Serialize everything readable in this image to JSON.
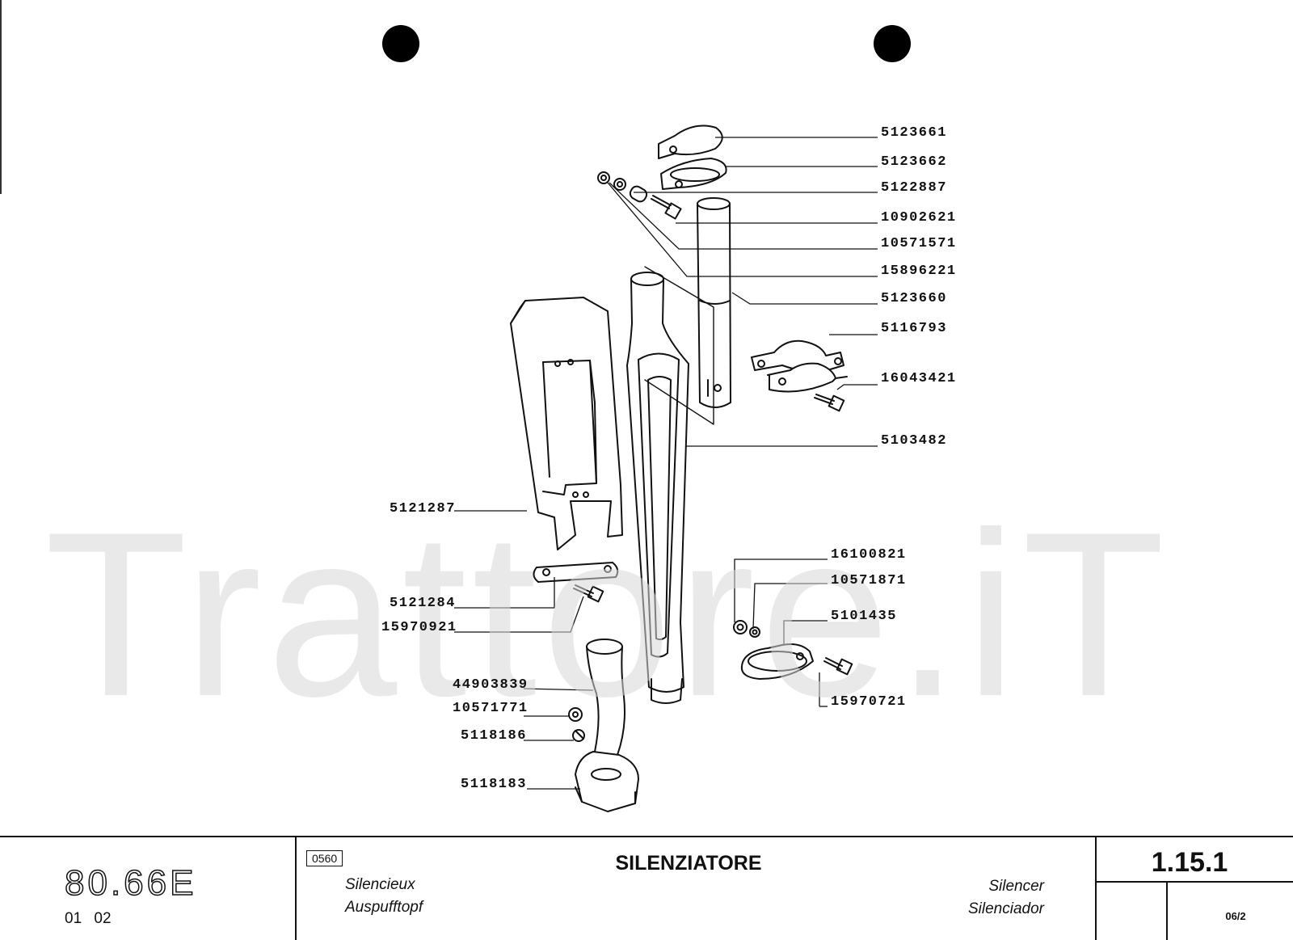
{
  "watermark": "Trattore.iT",
  "parts": [
    {
      "id": "p1",
      "number": "5123661"
    },
    {
      "id": "p2",
      "number": "5123662"
    },
    {
      "id": "p3",
      "number": "5122887"
    },
    {
      "id": "p4",
      "number": "10902621"
    },
    {
      "id": "p5",
      "number": "10571571"
    },
    {
      "id": "p6",
      "number": "15896221"
    },
    {
      "id": "p7",
      "number": "5123660"
    },
    {
      "id": "p8",
      "number": "5116793"
    },
    {
      "id": "p9",
      "number": "16043421"
    },
    {
      "id": "p10",
      "number": "5103482"
    },
    {
      "id": "p11",
      "number": "5121287"
    },
    {
      "id": "p12",
      "number": "16100821"
    },
    {
      "id": "p13",
      "number": "10571871"
    },
    {
      "id": "p14",
      "number": "5121284"
    },
    {
      "id": "p15",
      "number": "5101435"
    },
    {
      "id": "p16",
      "number": "15970921"
    },
    {
      "id": "p17",
      "number": "44903839"
    },
    {
      "id": "p18",
      "number": "15970721"
    },
    {
      "id": "p19",
      "number": "10571771"
    },
    {
      "id": "p20",
      "number": "5118186"
    },
    {
      "id": "p21",
      "number": "5118183"
    }
  ],
  "titleblock": {
    "model": "80.66E",
    "model_numbers": "01 02",
    "group_code": "0560",
    "title": "SILENZIATORE",
    "title_fr": "Silencieux",
    "title_de": "Auspufftopf",
    "title_en": "Silencer",
    "title_es": "Silenciador",
    "ref_number": "1.15.1",
    "sheet_ref": "06/2"
  }
}
